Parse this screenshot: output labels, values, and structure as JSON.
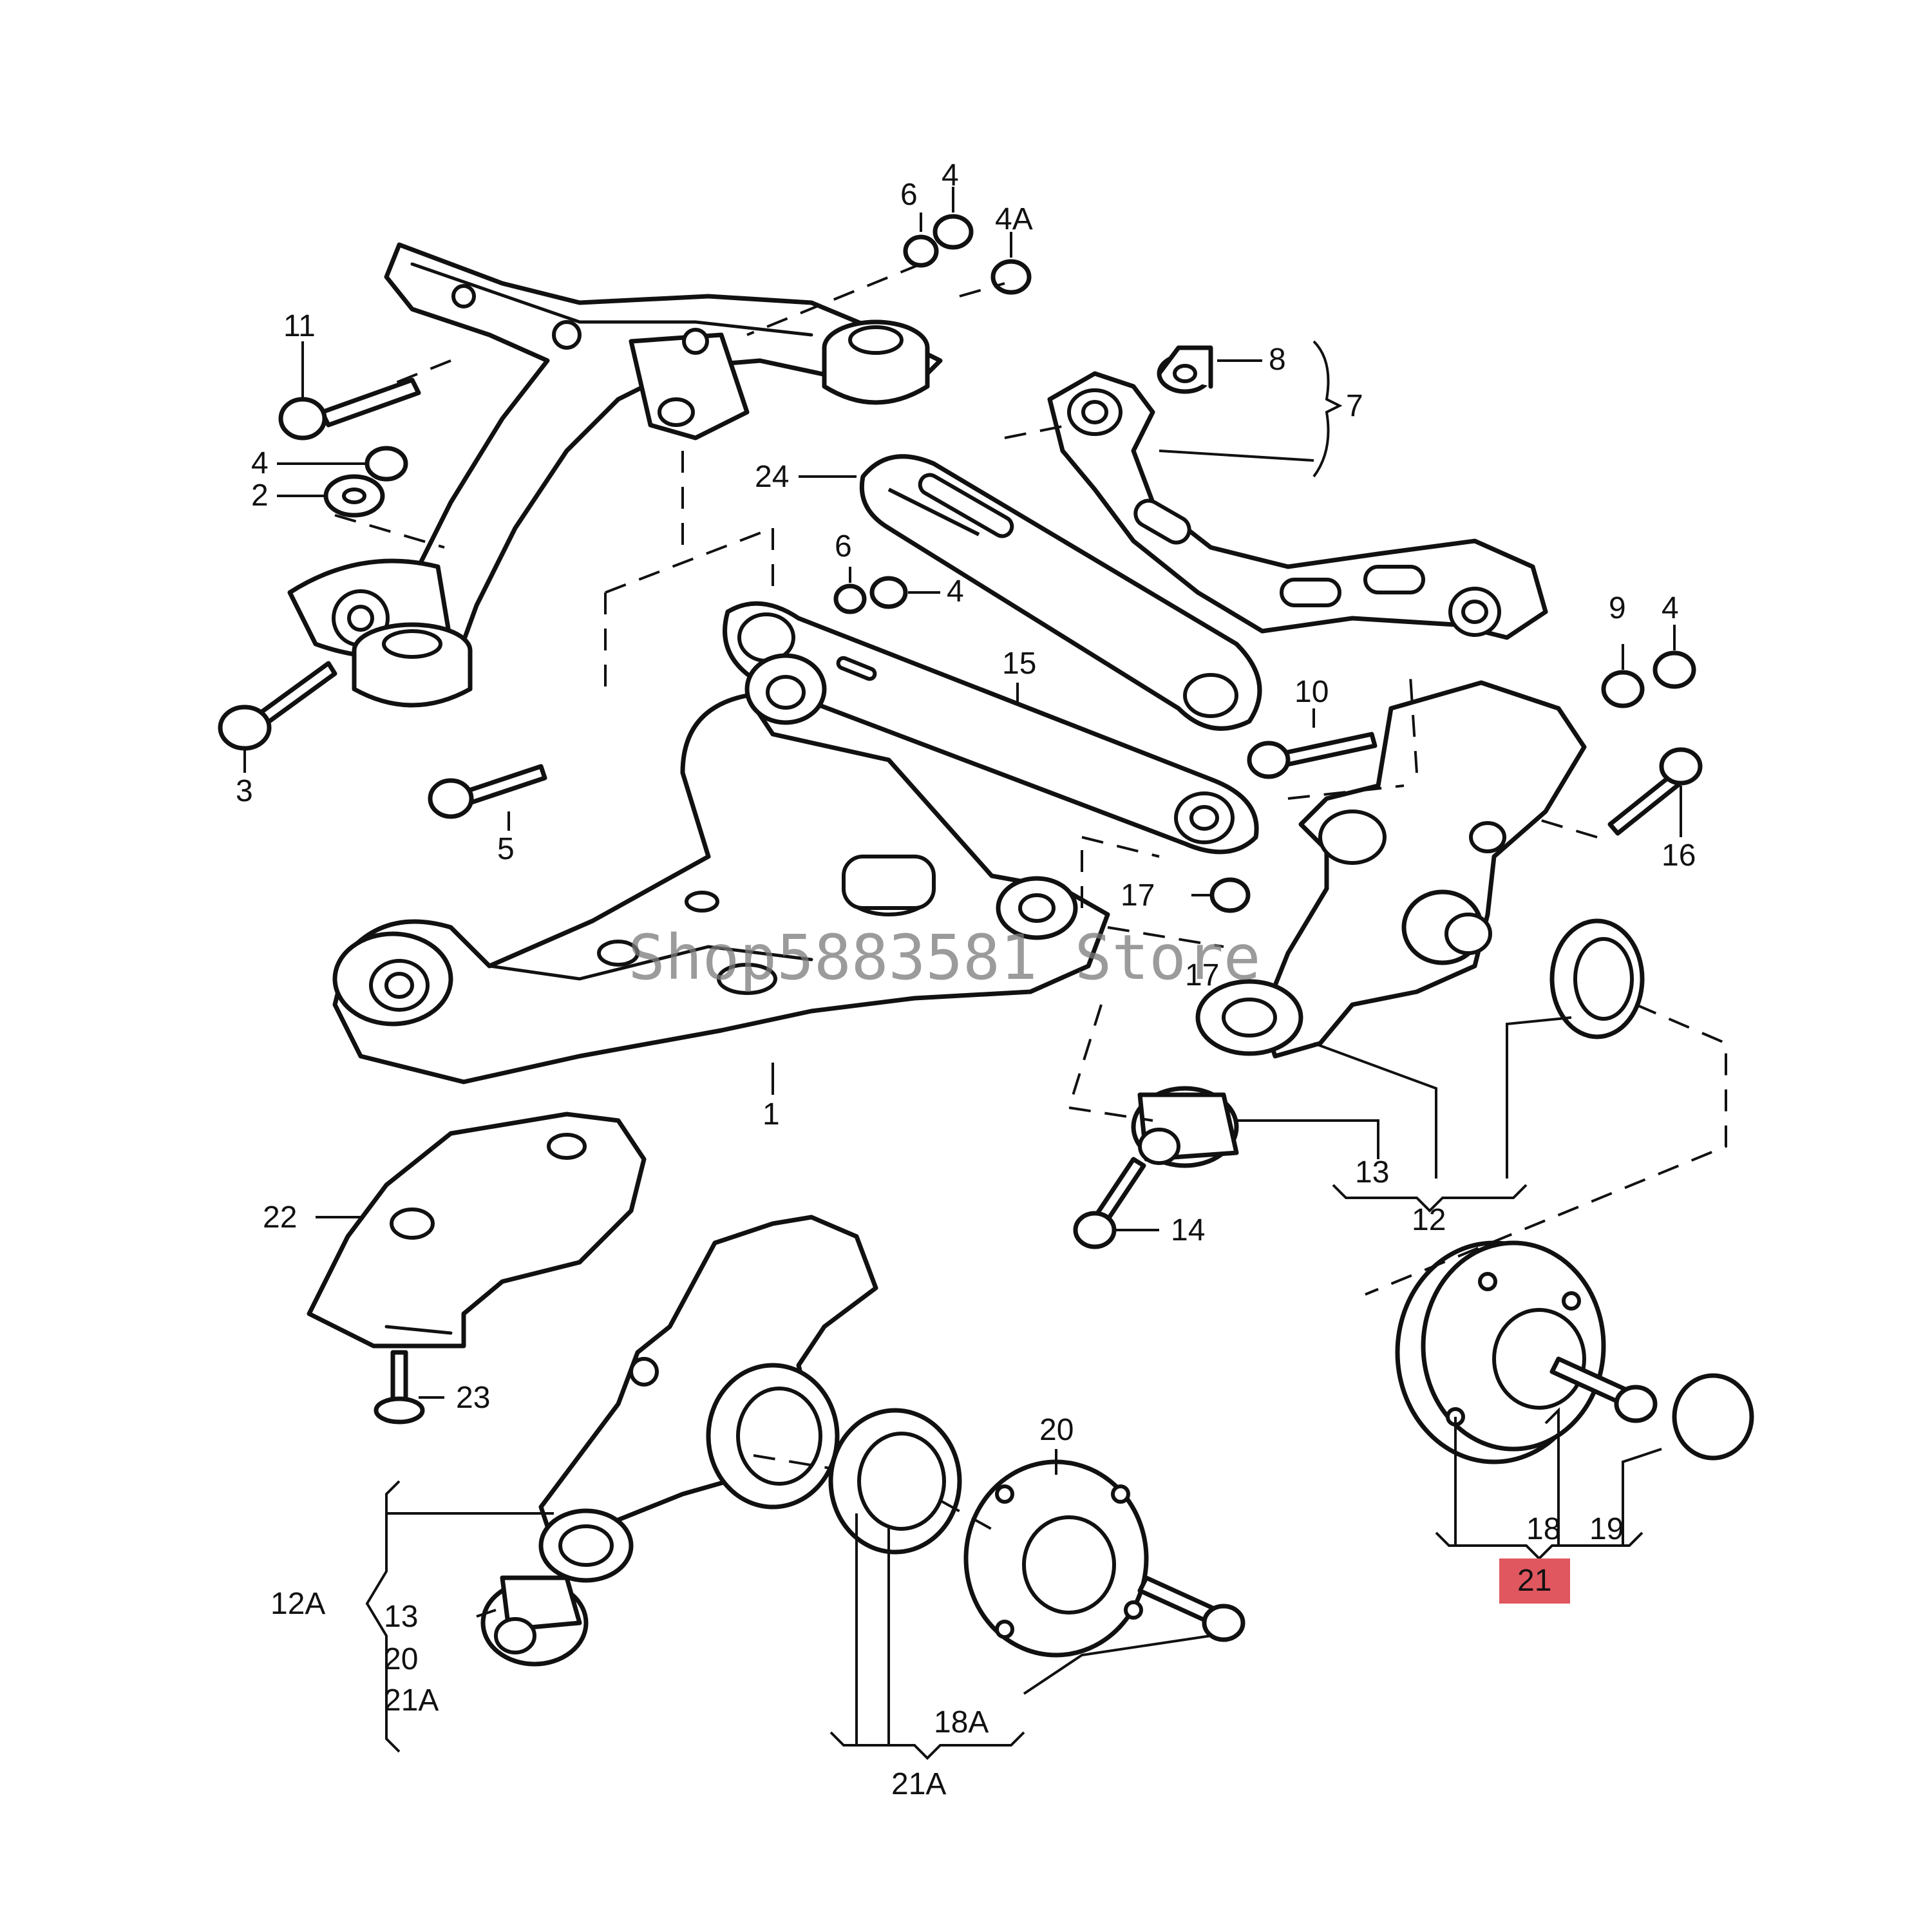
{
  "callouts": {
    "c_6_top": "6",
    "c_4_top": "4",
    "c_4a": "4A",
    "c_11": "11",
    "c_4_left": "4",
    "c_2": "2",
    "c_3": "3",
    "c_8": "8",
    "c_7": "7",
    "c_24": "24",
    "c_6_mid": "6",
    "c_4_mid": "4",
    "c_15": "15",
    "c_9": "9",
    "c_4_right": "4",
    "c_10": "10",
    "c_16": "16",
    "c_5": "5",
    "c_17_a": "17",
    "c_17_b": "17",
    "c_1": "1",
    "c_13": "13",
    "c_12": "12",
    "c_14": "14",
    "c_22": "22",
    "c_23": "23",
    "c_20": "20",
    "c_12a": "12A",
    "c_13_b": "13",
    "c_20_b": "20",
    "c_21a_b": "21A",
    "c_18a": "18A",
    "c_21a": "21A",
    "c_18": "18",
    "c_19": "19",
    "c_21": "21"
  },
  "highlight_color": "#e0575f",
  "watermark": "Shop5883581 Store"
}
